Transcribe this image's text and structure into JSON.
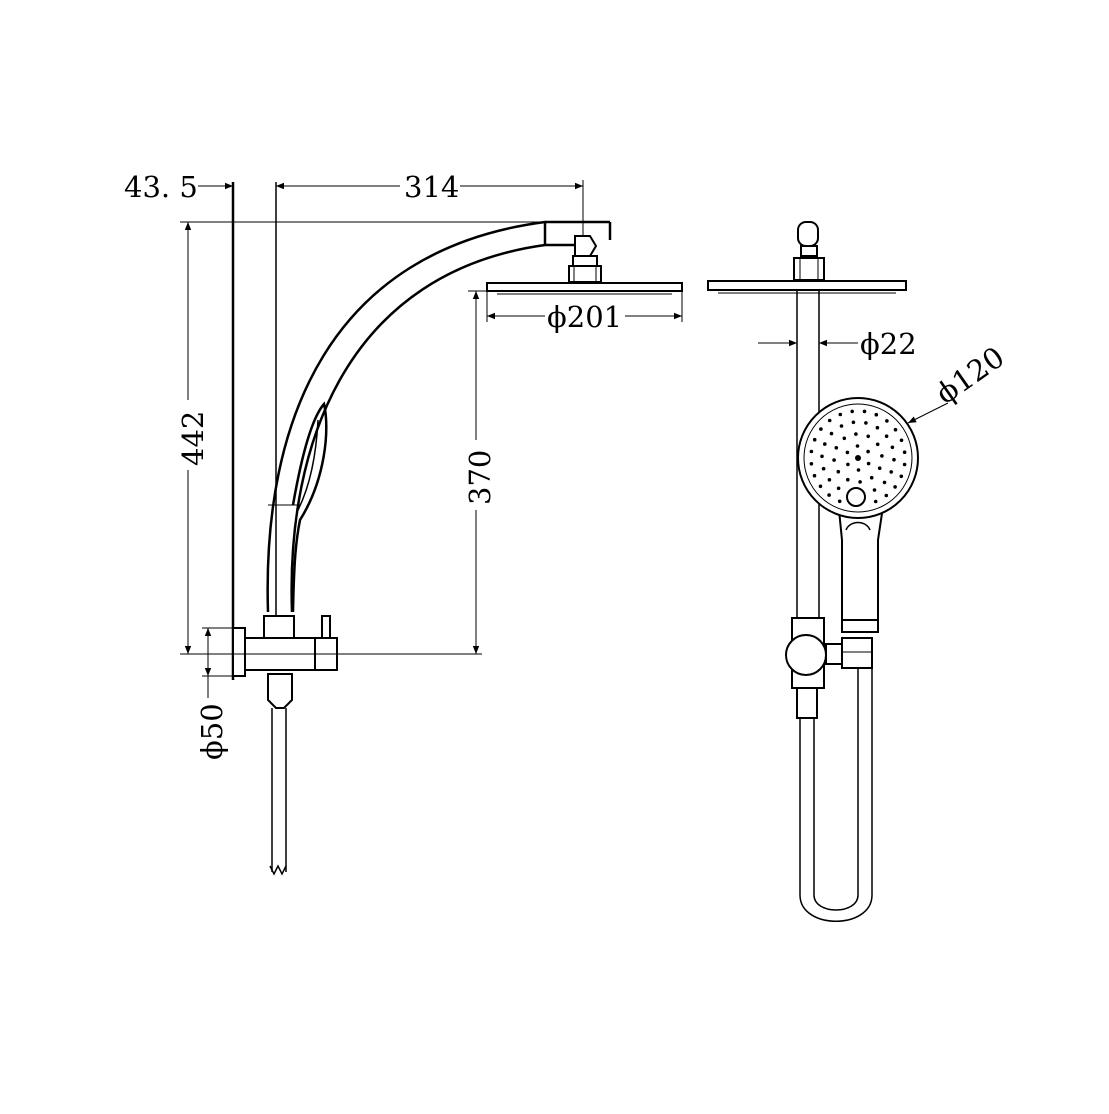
{
  "drawing": {
    "side_view": {
      "dim_offset": "43. 5",
      "dim_reach": "314",
      "dim_height": "442",
      "dim_head_height": "370",
      "dim_head_diameter": "ϕ201",
      "dim_flange_diameter": "ϕ50"
    },
    "front_view": {
      "dim_rail_diameter": "ϕ22",
      "dim_handset_diameter": "ϕ120"
    }
  }
}
